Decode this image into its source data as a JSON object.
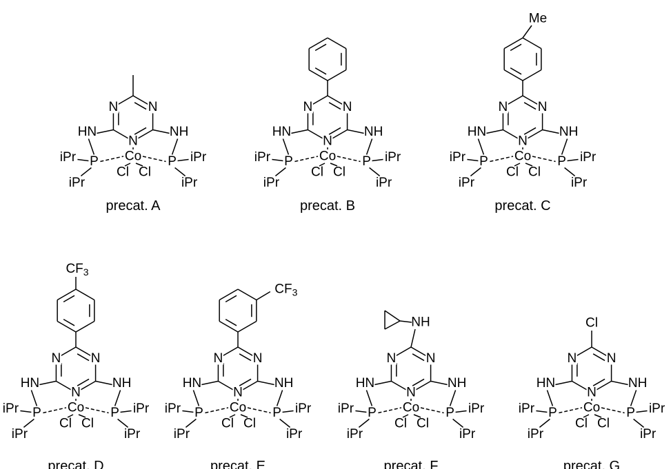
{
  "figure": {
    "precatalysts": [
      {
        "id": "A",
        "caption": "precat. A",
        "substituent": "methyl",
        "sub_label": ""
      },
      {
        "id": "B",
        "caption": "precat. B",
        "substituent": "phenyl",
        "sub_label": ""
      },
      {
        "id": "C",
        "caption": "precat. C",
        "substituent": "p-tolyl",
        "sub_label": "Me"
      },
      {
        "id": "D",
        "caption": "precat. D",
        "substituent": "p-CF3-phenyl",
        "sub_label": "CF3"
      },
      {
        "id": "E",
        "caption": "precat. E",
        "substituent": "m-CF3-phenyl",
        "sub_label": "CF3"
      },
      {
        "id": "F",
        "caption": "precat. F",
        "substituent": "cyclopropylamino",
        "sub_label": "NH"
      },
      {
        "id": "G",
        "caption": "precat. G",
        "substituent": "chloro",
        "sub_label": "Cl"
      }
    ],
    "atom_labels": {
      "ring_n": "N",
      "amine": "HN",
      "amine_right": "NH",
      "phosphorus": "P",
      "metal": "Co",
      "chloride": "Cl",
      "isopropyl": "iPr",
      "fluoro_subscript": "3"
    }
  }
}
